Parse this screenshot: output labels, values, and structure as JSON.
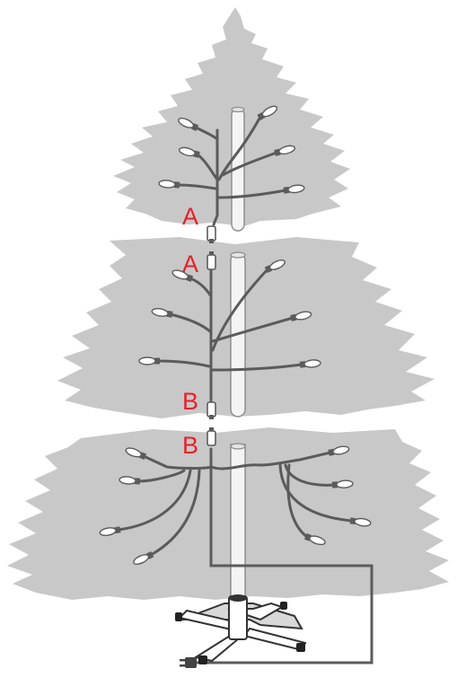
{
  "colors": {
    "foliage": "#c8c8c8",
    "cord": "#5b5b5b",
    "label": "#e8202a",
    "pole_fill": "#f4f4f4",
    "pole_stroke": "#8a8a8a"
  },
  "labels": {
    "top_plug": "A",
    "middle_socket": "A",
    "middle_plug": "B",
    "bottom_socket": "B"
  },
  "icons": {
    "bulb": "bulb-icon",
    "connector": "connector-icon",
    "power_plug": "power-plug-icon"
  }
}
